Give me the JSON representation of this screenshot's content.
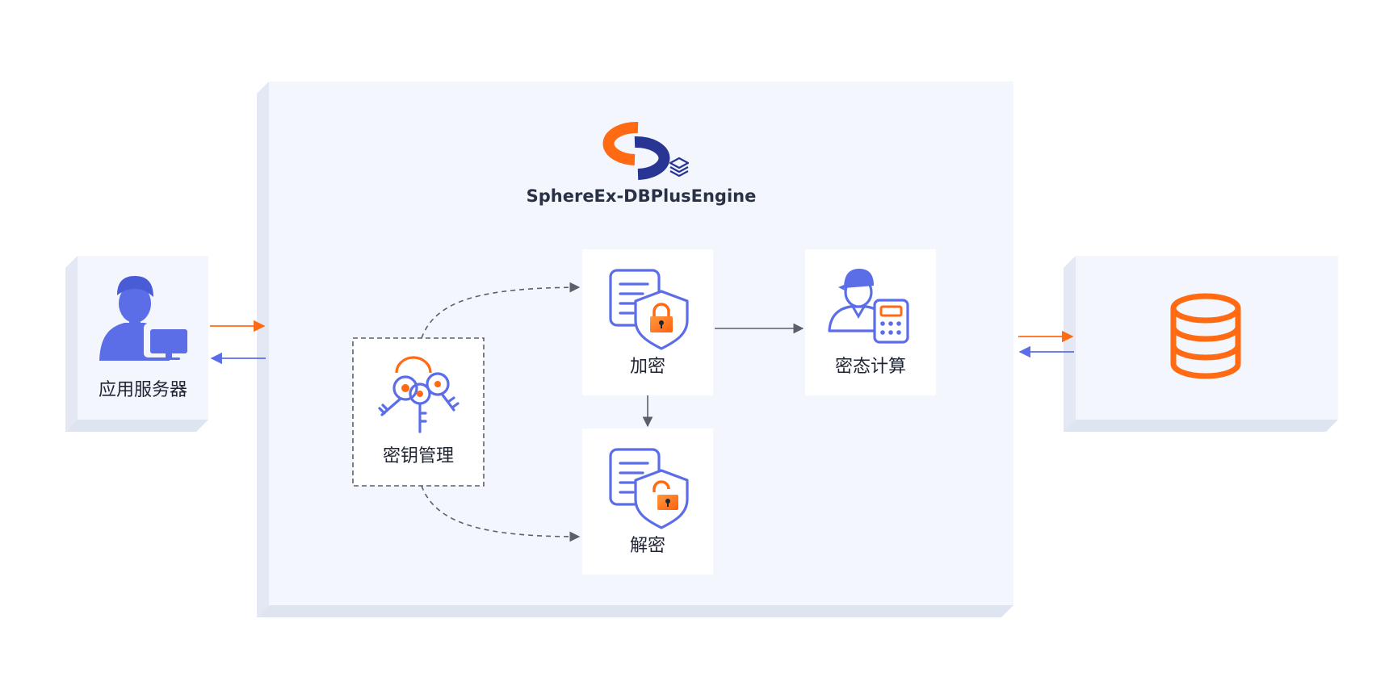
{
  "brand": {
    "name": "SphereEx-DBPlusEngine"
  },
  "nodes": {
    "app_server": {
      "label": "应用服务器",
      "icon": "user-at-computer-icon"
    },
    "key_management": {
      "label": "密钥管理",
      "icon": "keys-icon"
    },
    "encrypt": {
      "label": "加密",
      "icon": "document-shield-locked-icon"
    },
    "decrypt": {
      "label": "解密",
      "icon": "document-shield-unlocked-icon"
    },
    "cipher_computing": {
      "label": "密态计算",
      "icon": "worker-calculator-icon"
    },
    "database": {
      "label": "",
      "icon": "database-icon"
    }
  },
  "colors": {
    "engine_bg": "#f3f6fd",
    "engine_shadow": "#dfe4f1",
    "box_bg": "#ffffff",
    "accent_blue": "#5b6ee8",
    "accent_orange": "#ff6a13",
    "connector_gray": "#5b5f6b",
    "brand_navy": "#283593"
  }
}
